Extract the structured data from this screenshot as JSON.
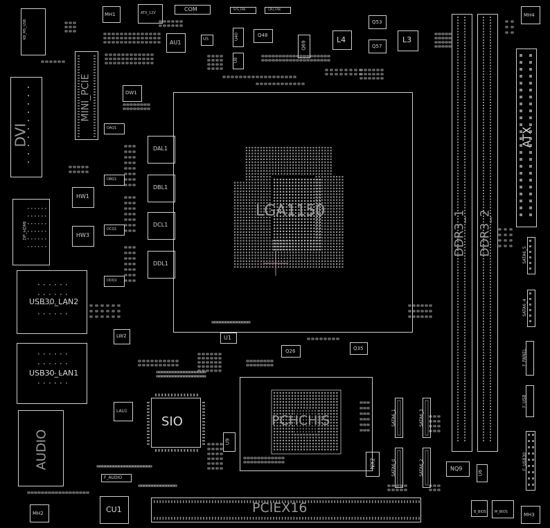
{
  "board": {
    "background": "#000000",
    "outline_color": "#cfcfcf",
    "label_color": "#d8d8d8",
    "text_color_dim": "#9a9a9a",
    "crosshair_color": "#b48a9a"
  },
  "labels": {
    "mh1": "MH1",
    "atx12v": "ATX_12V",
    "com": "COM",
    "mh4": "MH4",
    "mh2": "MH2",
    "mh3": "MH3",
    "au1": "AU1",
    "u5": "U5",
    "u40": "U40",
    "q48": "Q48",
    "q53": "Q53",
    "q57": "Q57",
    "l4": "L4",
    "l3": "L3",
    "q69": "Q69",
    "u8": "U8",
    "dw1": "DW1",
    "mini_pcie": "MINI_PCIE",
    "dvi": "DVI",
    "dal1": "DAL1",
    "dbl1": "DBL1",
    "dcl1": "DCL1",
    "ddl1": "DDL1",
    "daq1": "DAQ1",
    "dbq1": "DBQ1",
    "dcq1": "DCQ1",
    "ddq1": "DDQ1",
    "hw1": "HW1",
    "hw3": "HW3",
    "lga": "LGA1150",
    "ddr3_1": "DDR3_1",
    "ddr3_2": "DDR3_2",
    "atx": "ATX",
    "usb30_lan2": "USB30_LAN2",
    "usb30_lan1": "USB30_LAN1",
    "lw2": "LW2",
    "u1": "U1",
    "q26": "Q26",
    "q35": "Q35",
    "sio": "SIO",
    "pch": "PCHCHIS",
    "audio": "AUDIO",
    "lau1": "LAU1",
    "u9": "U9",
    "nx2": "NX2",
    "nq9": "NQ9",
    "u6": "U6",
    "f_audio": "F_AUDIO",
    "cu1": "CU1",
    "pciex16": "PCIEX16",
    "sata6_5": "SATA6_5",
    "sata6_4": "SATA6_4",
    "f_panel": "F_PANEL",
    "f_usb": "F_USB",
    "f_usb30": "F_USB30",
    "sata6_1": "SATA6_1",
    "sata6_3": "SATA6_3",
    "sata6_0": "SATA6_0",
    "sata6_2": "SATA6_2",
    "b_bios": "B_BIOS",
    "m_bios": "M_BIOS",
    "usb_ps2": "KB_MS_USB",
    "hdmi": "DP_HDMI",
    "sys_fan": "SYS_FAN",
    "cpu_fan": "CPU_FAN"
  }
}
